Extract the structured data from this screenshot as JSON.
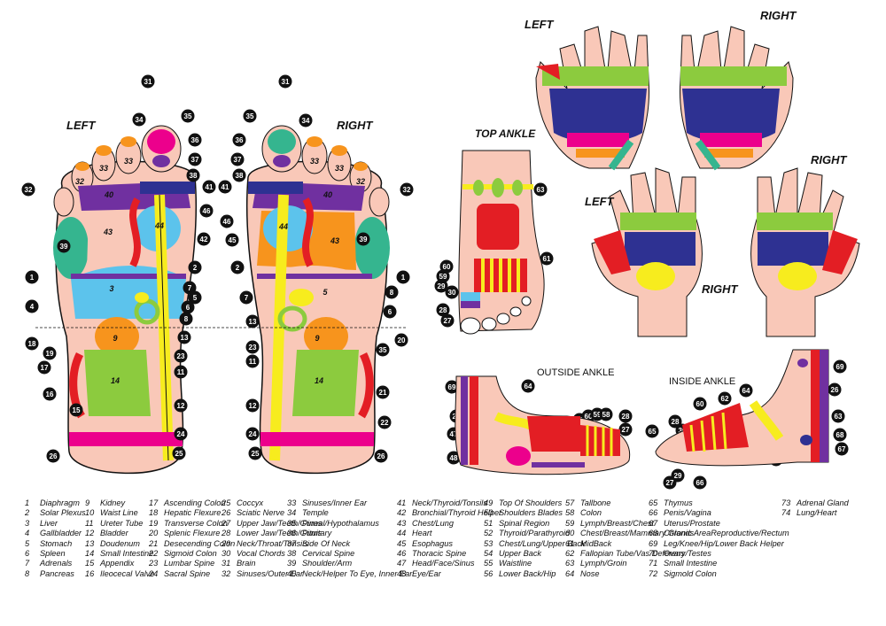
{
  "foot_labels": {
    "left": "LEFT",
    "right": "RIGHT"
  },
  "ankle_titles": {
    "top": "TOP ANKLE",
    "outside": "OUTSIDE ANKLE",
    "inside": "INSIDE ANKLE"
  },
  "hand_labels": {
    "back_left": "LEFT",
    "back_right": "RIGHT",
    "palm_left": "LEFT",
    "palm_right": "RIGHT",
    "palm_right_top": "RIGHT"
  },
  "colors": {
    "pink": "#f9c8b8",
    "yellow": "#f7ec1e",
    "green": "#8ccb3e",
    "blue": "#5cc3ec",
    "purple": "#7030a0",
    "orange": "#f7941d",
    "red": "#e31e24",
    "magenta": "#ec008c",
    "teal": "#35b58f",
    "navy": "#2e3192"
  },
  "legend": [
    {
      "n": "1",
      "t": "Diaphragm"
    },
    {
      "n": "2",
      "t": "Solar Plexus"
    },
    {
      "n": "3",
      "t": "Liver"
    },
    {
      "n": "4",
      "t": "Gallbladder"
    },
    {
      "n": "5",
      "t": "Stomach"
    },
    {
      "n": "6",
      "t": "Spleen"
    },
    {
      "n": "7",
      "t": "Adrenals"
    },
    {
      "n": "8",
      "t": "Pancreas"
    },
    {
      "n": "9",
      "t": "Kidney"
    },
    {
      "n": "10",
      "t": "Waist Line"
    },
    {
      "n": "11",
      "t": "Ureter Tube"
    },
    {
      "n": "12",
      "t": "Bladder"
    },
    {
      "n": "13",
      "t": "Doudenum"
    },
    {
      "n": "14",
      "t": "Small Intestine"
    },
    {
      "n": "15",
      "t": "Appendix"
    },
    {
      "n": "16",
      "t": "Ileocecal Valve"
    },
    {
      "n": "17",
      "t": "Ascending Colon"
    },
    {
      "n": "18",
      "t": "Hepatic Flexure"
    },
    {
      "n": "19",
      "t": "Transverse Colon"
    },
    {
      "n": "20",
      "t": "Splenic Flexure"
    },
    {
      "n": "21",
      "t": "Desecending Colon"
    },
    {
      "n": "22",
      "t": "Sigmoid Colon"
    },
    {
      "n": "23",
      "t": "Lumbar Spine"
    },
    {
      "n": "24",
      "t": "Sacral Spine"
    },
    {
      "n": "25",
      "t": "Coccyx"
    },
    {
      "n": "26",
      "t": "Sciatic Nerve"
    },
    {
      "n": "27",
      "t": "Upper Jaw/Teeth/Gums"
    },
    {
      "n": "28",
      "t": "Lower Jaw/Teeth/Gums"
    },
    {
      "n": "29",
      "t": "Neck/Throat/Tonsils"
    },
    {
      "n": "30",
      "t": "Vocal Chords"
    },
    {
      "n": "31",
      "t": "Brain"
    },
    {
      "n": "32",
      "t": "Sinuses/Outer Ear"
    },
    {
      "n": "33",
      "t": "Sinuses/Inner Ear"
    },
    {
      "n": "34",
      "t": "Temple"
    },
    {
      "n": "35",
      "t": "Pineal/Hypothalamus"
    },
    {
      "n": "36",
      "t": "Pituitary"
    },
    {
      "n": "37",
      "t": "Side Of Neck"
    },
    {
      "n": "38",
      "t": "Cervical Spine"
    },
    {
      "n": "39",
      "t": "Shoulder/Arm"
    },
    {
      "n": "40",
      "t": "Neck/Helper To Eye, Inner Ear"
    },
    {
      "n": "41",
      "t": "Neck/Thyroid/Tonsils"
    },
    {
      "n": "42",
      "t": "Bronchial/Thyroid Helper"
    },
    {
      "n": "43",
      "t": "Chest/Lung"
    },
    {
      "n": "44",
      "t": "Heart"
    },
    {
      "n": "45",
      "t": "Esophagus"
    },
    {
      "n": "46",
      "t": "Thoracic Spine"
    },
    {
      "n": "47",
      "t": "Head/Face/Sinus"
    },
    {
      "n": "48",
      "t": "Eye/Ear"
    },
    {
      "n": "49",
      "t": "Top Of Shoulders"
    },
    {
      "n": "50",
      "t": "Shoulders Blades"
    },
    {
      "n": "51",
      "t": "Spinal Region"
    },
    {
      "n": "52",
      "t": "Thyroid/Parathyroid"
    },
    {
      "n": "53",
      "t": "Chest/Lung/Upper Back"
    },
    {
      "n": "54",
      "t": "Upper Back"
    },
    {
      "n": "55",
      "t": "Waistline"
    },
    {
      "n": "56",
      "t": "Lower Back/Hip"
    },
    {
      "n": "57",
      "t": "Tallbone"
    },
    {
      "n": "58",
      "t": "Colon"
    },
    {
      "n": "59",
      "t": "Lymph/Breast/Chest"
    },
    {
      "n": "60",
      "t": "Chest/Breast/Mammary Glands"
    },
    {
      "n": "61",
      "t": "MidBack"
    },
    {
      "n": "62",
      "t": "Fallopian Tube/Vas Deferens"
    },
    {
      "n": "63",
      "t": "Lymph/Groin"
    },
    {
      "n": "64",
      "t": "Nose"
    },
    {
      "n": "65",
      "t": "Thymus"
    },
    {
      "n": "66",
      "t": "Penis/Vagina"
    },
    {
      "n": "67",
      "t": "Uterus/Prostate"
    },
    {
      "n": "68",
      "t": "Chronic AreaReproductive/Rectum"
    },
    {
      "n": "69",
      "t": "Leg/Knee/Hip/Lower Back Helper"
    },
    {
      "n": "70",
      "t": "Ovary/Testes"
    },
    {
      "n": "71",
      "t": "Small Intestine"
    },
    {
      "n": "72",
      "t": "Sigmold Colon"
    },
    {
      "n": "73",
      "t": "Adrenal Gland"
    },
    {
      "n": "74",
      "t": "Lung/Heart"
    }
  ],
  "legend_columns": [
    8,
    8,
    8,
    8,
    8,
    8,
    8,
    8,
    8,
    2
  ]
}
